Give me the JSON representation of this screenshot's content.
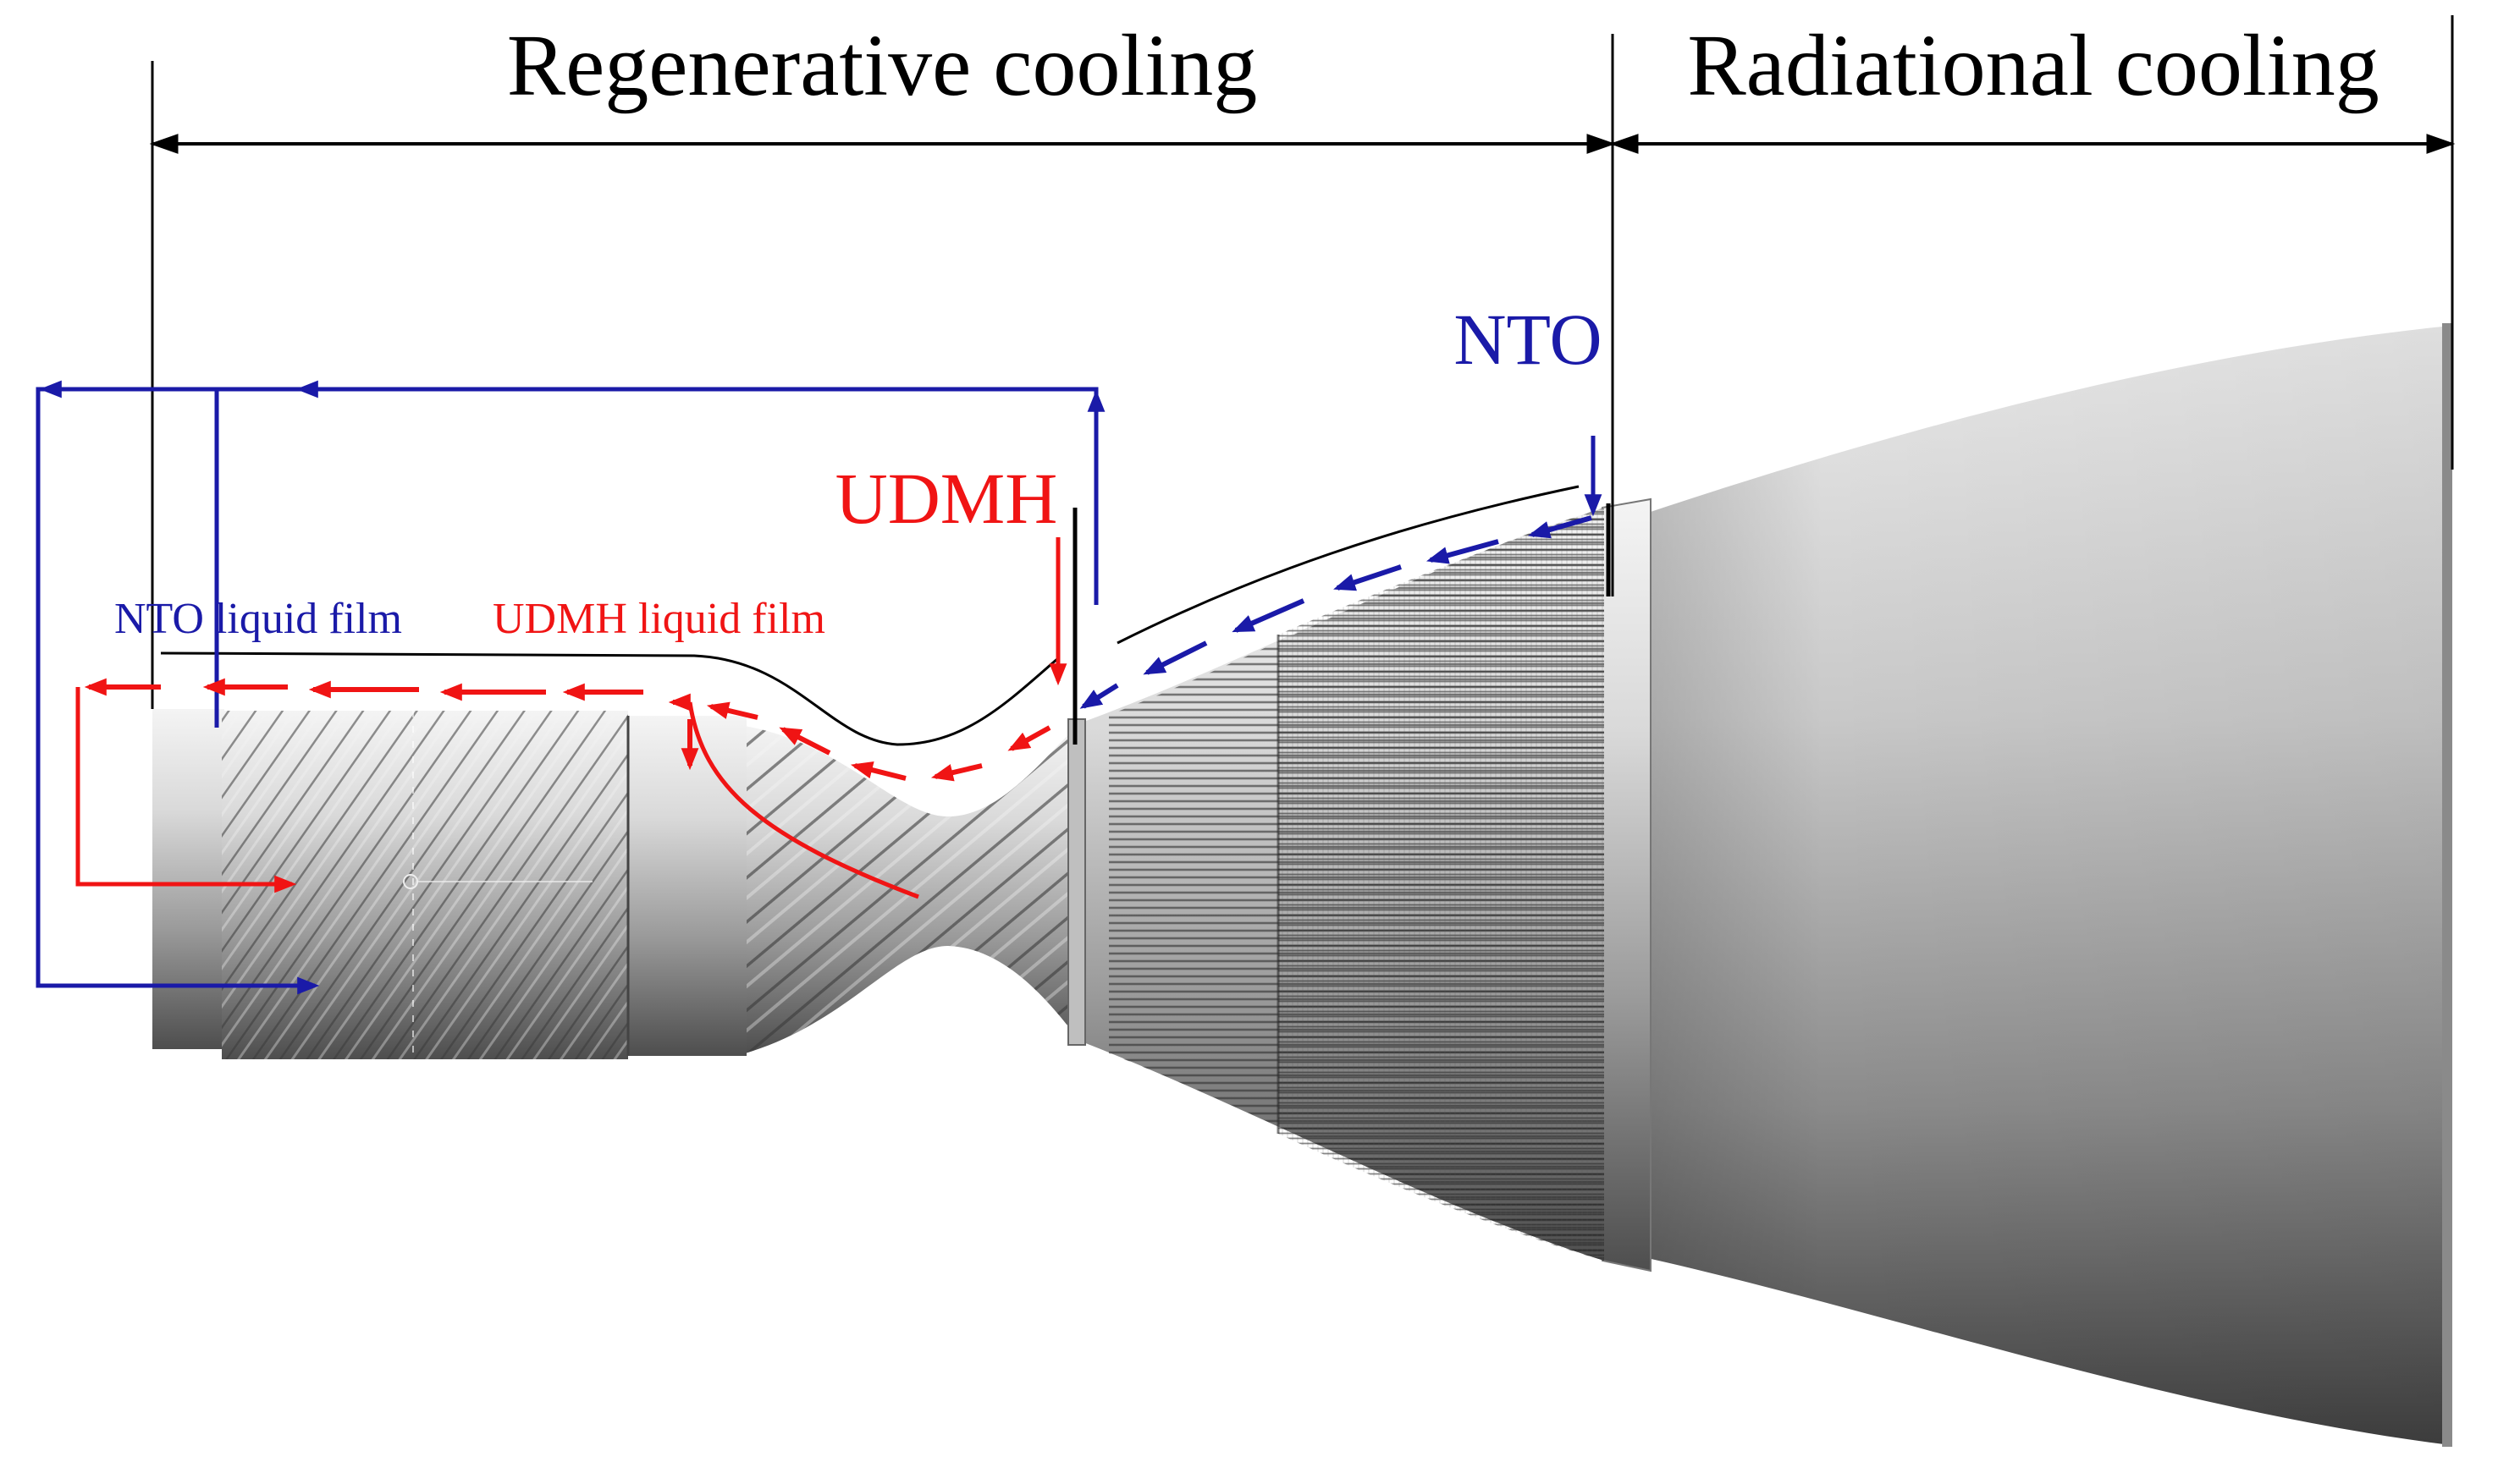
{
  "labels": {
    "regenerative_cooling": "Regenerative cooling",
    "radiational_cooling": "Radiational cooling",
    "nto_inlet": "NTO",
    "udmh_inlet": "UDMH",
    "nto_liquid_film": "NTO liquid film",
    "udmh_liquid_film": "UDMH liquid film"
  },
  "colors": {
    "nto_flow": "#1a1aa8",
    "udmh_flow": "#f01414",
    "dimension_lines": "#000000",
    "engine_metal_light": "#d8d8d8",
    "engine_metal_dark": "#5a5a5a"
  }
}
